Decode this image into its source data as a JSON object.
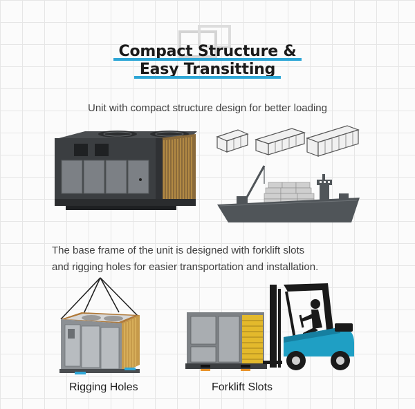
{
  "title": {
    "line1": "Compact Structure &",
    "line2": "Easy Transitting"
  },
  "captions": {
    "loading": "Unit with compact structure design for better loading",
    "base_frame_line1": "The base frame of the unit is designed with forklift slots",
    "base_frame_line2": "and rigging holes for easier transportation and installation."
  },
  "labels": {
    "rigging_holes": "Rigging Holes",
    "forklift_slots": "Forklift Slots"
  },
  "colors": {
    "accent_underline": "#2ea6d6",
    "forklift_body": "#1f9fc4",
    "coil_gold": "#c69a4a",
    "ship_gray": "#505559",
    "marker_orange": "#e8922a"
  },
  "icons": [
    "watermark-icon",
    "container-stack-icon",
    "cargo-ship-icon",
    "forklift-icon"
  ]
}
